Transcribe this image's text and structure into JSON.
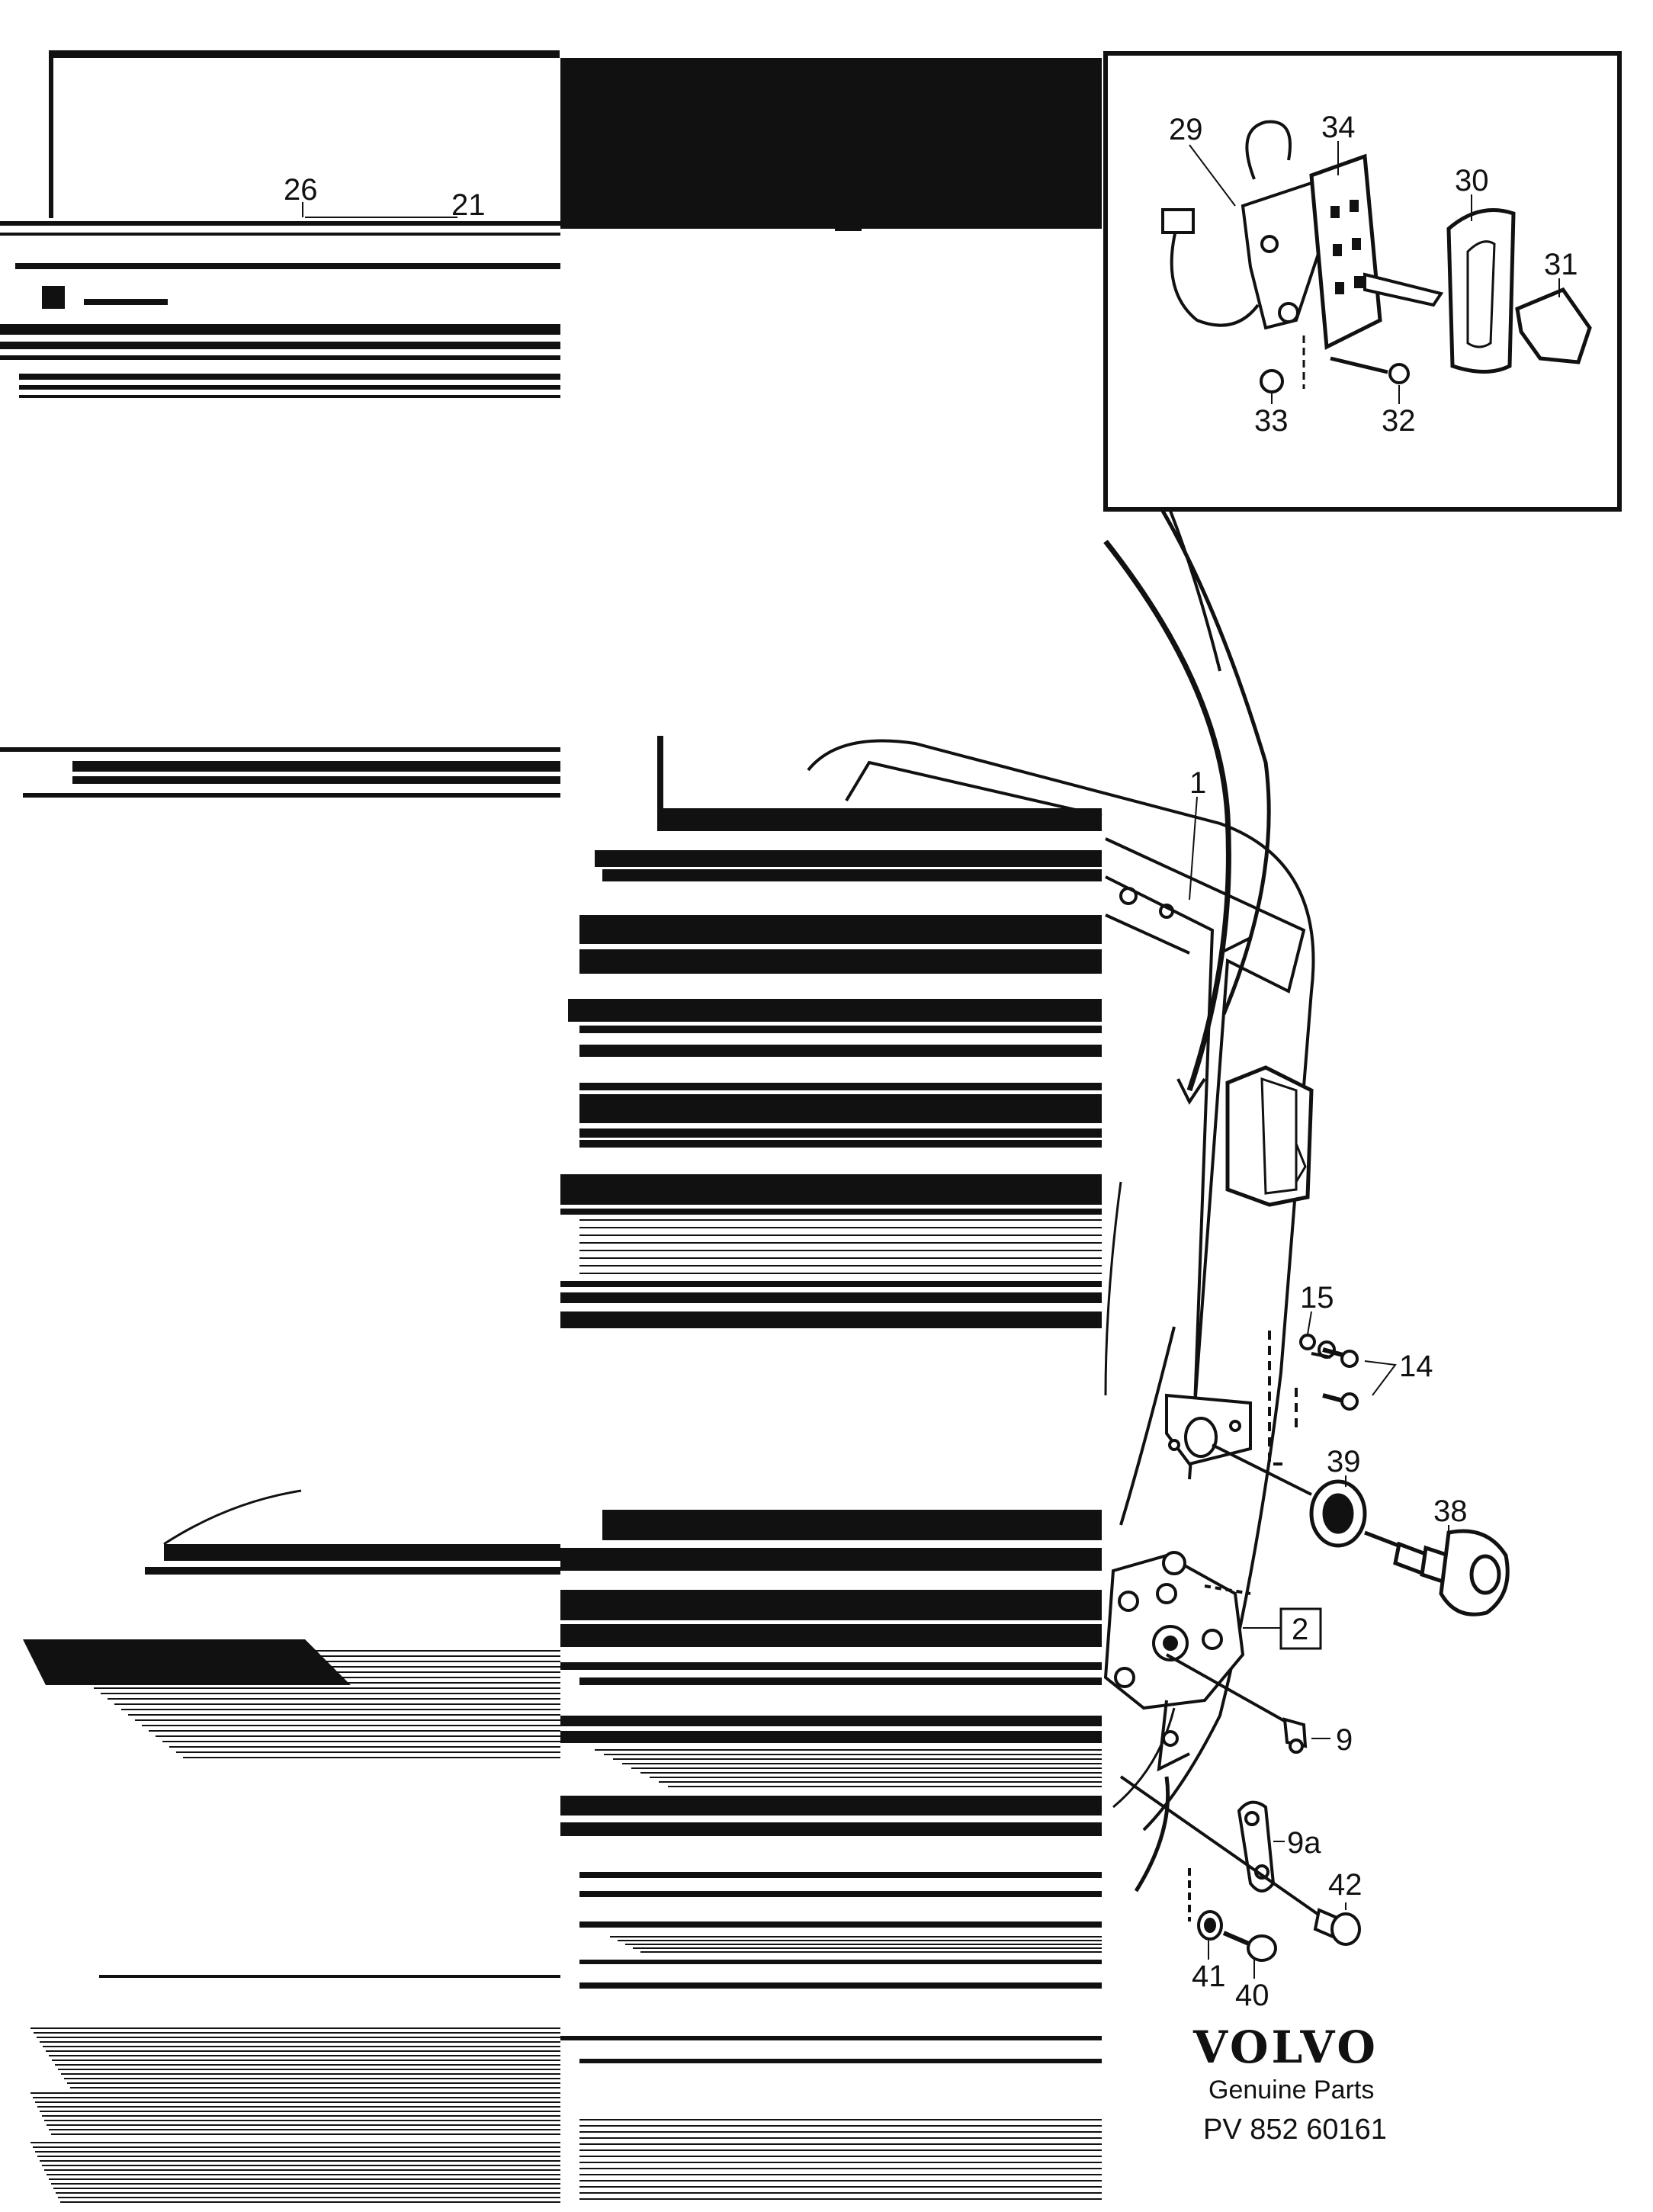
{
  "callouts": {
    "c26": "26",
    "c21": "21",
    "c29": "29",
    "c34": "34",
    "c30": "30",
    "c31": "31",
    "c33": "33",
    "c32": "32",
    "c1": "1",
    "c15": "15",
    "c14": "14",
    "c39": "39",
    "c38": "38",
    "c2": "2",
    "c9": "9",
    "c9a": "9a",
    "c42": "42",
    "c41": "41",
    "c40": "40"
  },
  "footer": {
    "brand": "VOLVO",
    "subtitle": "Genuine Parts",
    "part_number": "PV 852  60161"
  },
  "colors": {
    "ink": "#111111",
    "paper": "#ffffff"
  }
}
